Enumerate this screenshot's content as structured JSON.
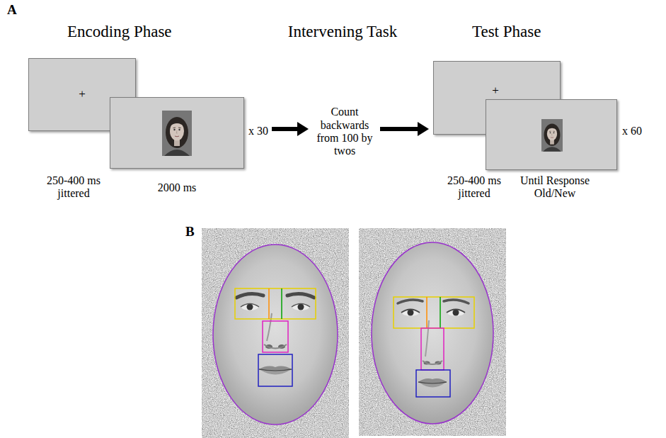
{
  "diagram": {
    "nodes": [
      {
        "text": [
          "+",
          "250-400 ms jittered"
        ]
      },
      {
        "text": [
          "2000 ms",
          "x 30"
        ]
      },
      {
        "text": [
          "Count backwards from 100 by twos"
        ]
      },
      {
        "text": [
          "+",
          "250-400 ms jittered"
        ]
      },
      {
        "text": [
          "Until Response Old/New",
          "x 60"
        ]
      }
    ],
    "edges": [
      {
        "from": 1,
        "to": 2,
        "arrow": "to"
      },
      {
        "from": 2,
        "to": 3,
        "arrow": "to"
      }
    ],
    "labels": [
      "A",
      "Encoding Phase",
      "Intervening Task",
      "Test Phase",
      "B"
    ]
  }
}
